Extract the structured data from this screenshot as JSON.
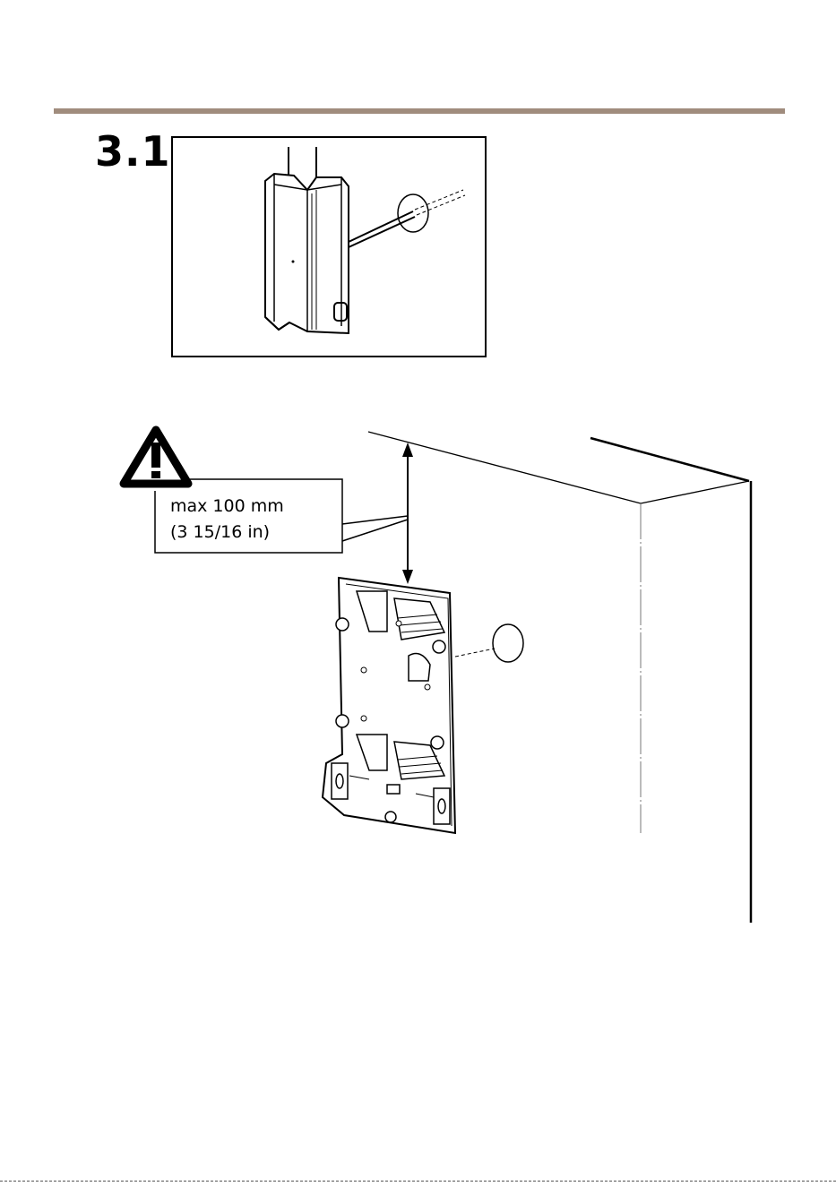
{
  "step": {
    "number": "3.1"
  },
  "warning": {
    "icon": "warning-triangle-icon",
    "line1": "max 100 mm",
    "line2": "(3 15/16 in)"
  },
  "colors": {
    "header_rule": "#a08c7d"
  }
}
